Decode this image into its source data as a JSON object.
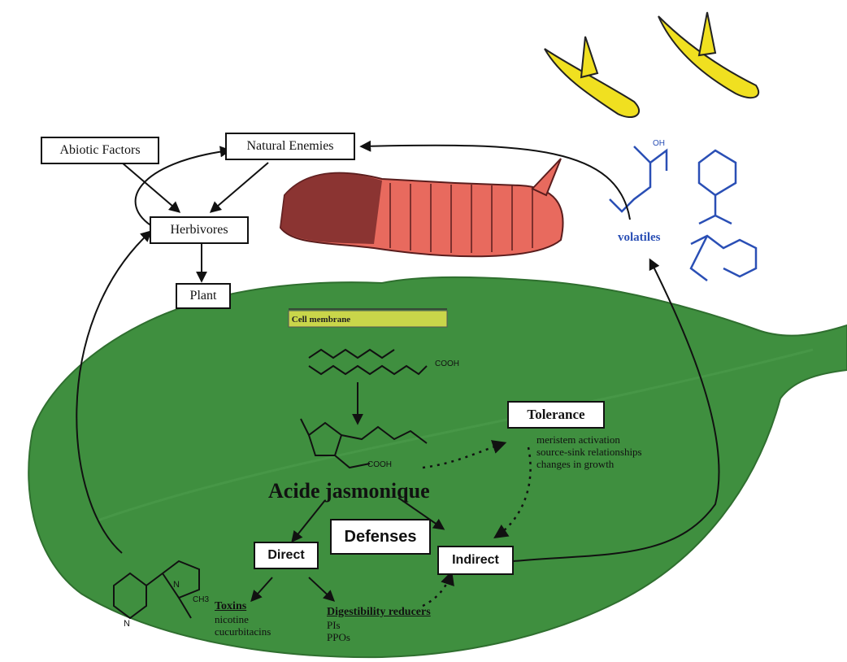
{
  "boxes": {
    "abiotic": "Abiotic Factors",
    "natural_enemies": "Natural Enemies",
    "herbivores": "Herbivores",
    "plant": "Plant",
    "tolerance": "Tolerance",
    "defenses": "Defenses",
    "direct": "Direct",
    "indirect": "Indirect"
  },
  "labels": {
    "cell_membrane": "Cell membrane",
    "cooh_top": "COOH",
    "cooh_bottom": "COOH",
    "jasmonic": "Acide jasmonique",
    "volatiles": "volatiles",
    "ch3": "CH3",
    "n_ring": "N",
    "n_amine": "N",
    "oh": "OH"
  },
  "tolerance_items": [
    "meristem activation",
    "source-sink relationships",
    "changes in growth"
  ],
  "toxins": {
    "heading": "Toxins",
    "items": [
      "nicotine",
      "cucurbitacins"
    ]
  },
  "digestibility": {
    "heading": "Digestibility reducers",
    "items": [
      "PIs",
      "PPOs"
    ]
  },
  "colors": {
    "leaf": "#3f8f3f",
    "leaf_edge": "#2f6f2f",
    "membrane": "#c9d64a",
    "caterpillar": "#e86a5e",
    "caterpillar_head": "#7a2a2a",
    "wasp": "#f0e020",
    "volatile_blue": "#2a4fb5"
  },
  "icons": [
    "caterpillar-icon",
    "wasp-icon",
    "nicotine-molecule-icon",
    "jasmonic-acid-molecule-icon",
    "linolenic-acid-molecule-icon",
    "volatile-molecule-icon"
  ]
}
